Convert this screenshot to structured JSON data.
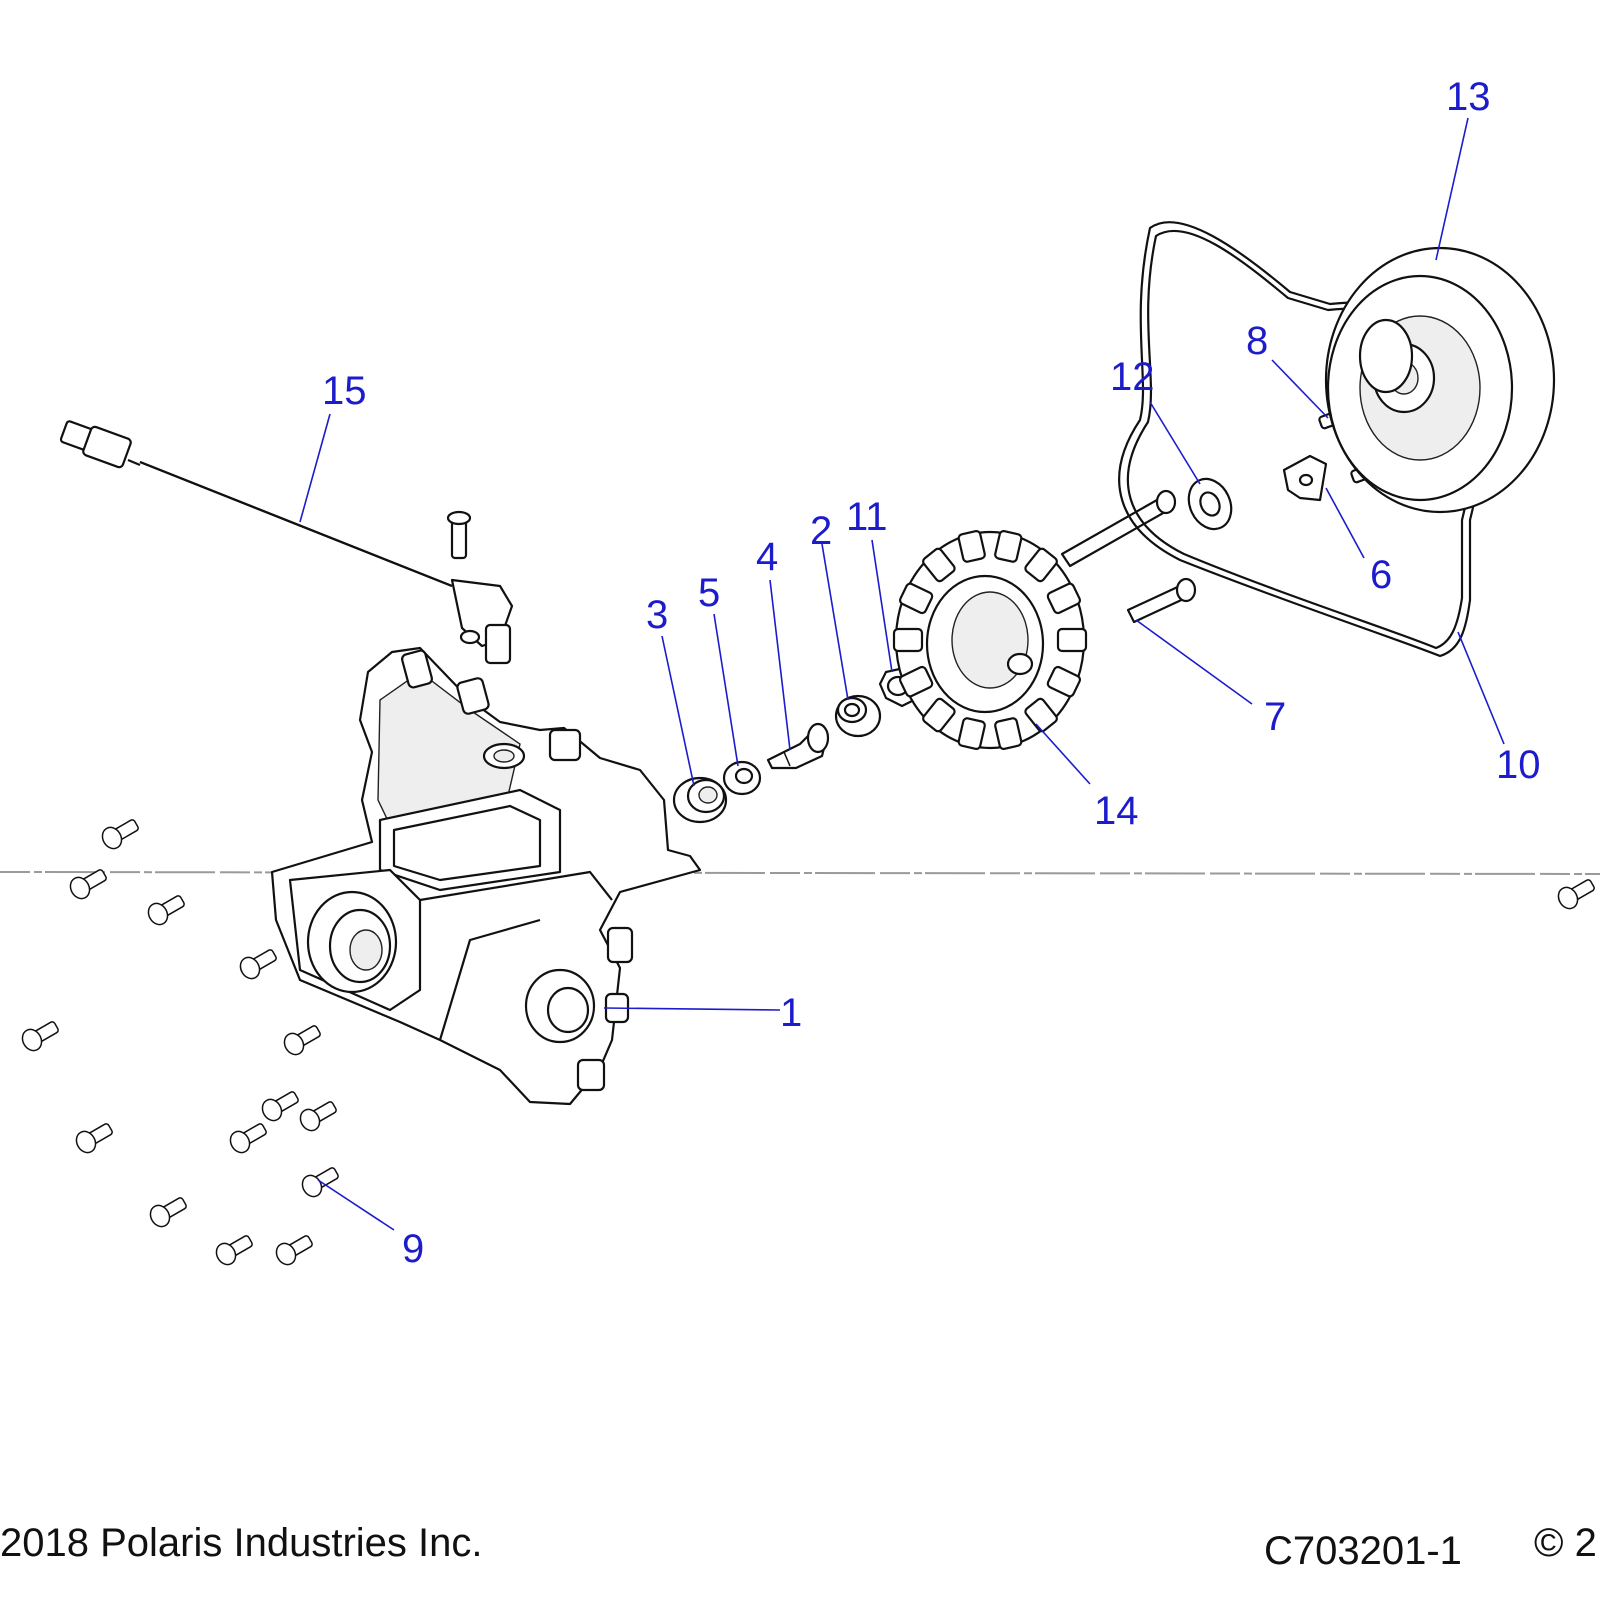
{
  "callouts": [
    {
      "id": "1",
      "label": "1"
    },
    {
      "id": "2",
      "label": "2"
    },
    {
      "id": "3",
      "label": "3"
    },
    {
      "id": "4",
      "label": "4"
    },
    {
      "id": "5",
      "label": "5"
    },
    {
      "id": "6",
      "label": "6"
    },
    {
      "id": "7",
      "label": "7"
    },
    {
      "id": "8",
      "label": "8"
    },
    {
      "id": "9",
      "label": "9"
    },
    {
      "id": "10",
      "label": "10"
    },
    {
      "id": "11",
      "label": "11"
    },
    {
      "id": "12",
      "label": "12"
    },
    {
      "id": "13",
      "label": "13"
    },
    {
      "id": "14",
      "label": "14"
    },
    {
      "id": "15",
      "label": "15"
    }
  ],
  "footer": {
    "copyright_left": "2018 Polaris Industries Inc.",
    "drawing_number": "C703201-1",
    "copyright_right": "© 2"
  },
  "colors": {
    "callout": "#1c1ccc",
    "linework": "#111111",
    "background": "#ffffff"
  }
}
